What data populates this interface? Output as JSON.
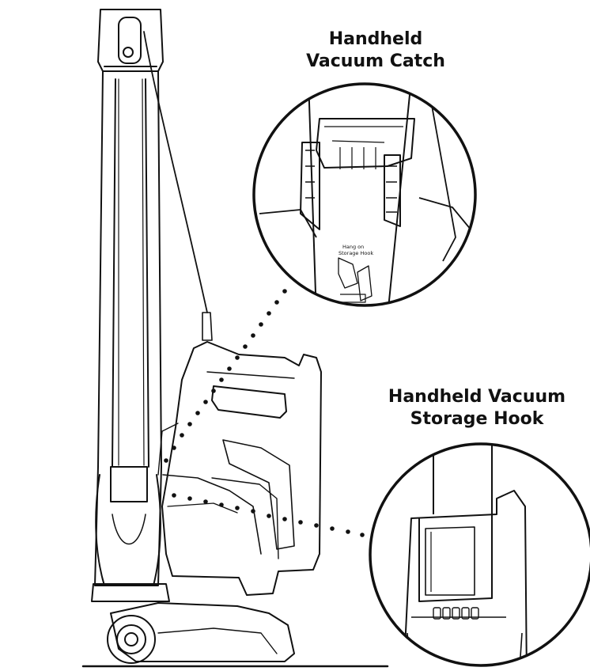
{
  "callouts": {
    "catch": {
      "line1": "Handheld",
      "line2": "Vacuum Catch"
    },
    "hook": {
      "line1": "Handheld Vacuum",
      "line2": "Storage Hook"
    }
  },
  "sticker": {
    "line1": "Hang on",
    "line2": "Storage Hook"
  },
  "colors": {
    "ink": "#111111",
    "background": "#ffffff"
  }
}
